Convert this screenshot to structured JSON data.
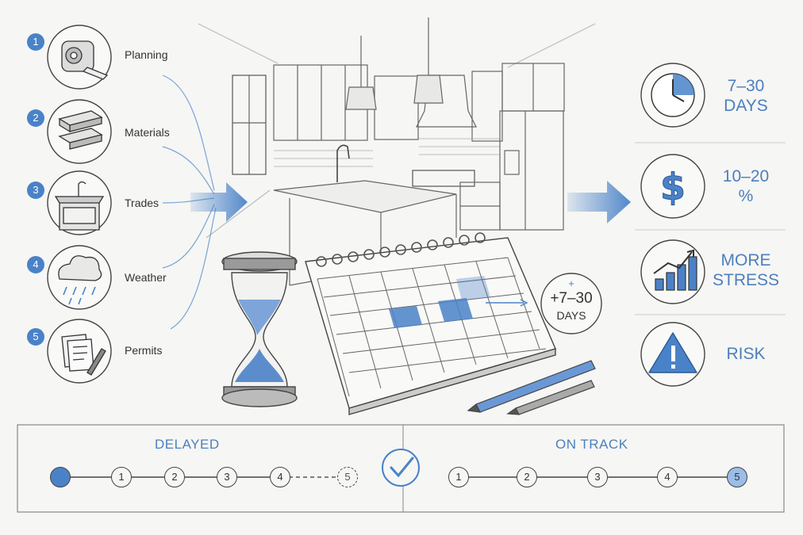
{
  "factors": [
    {
      "number": "1",
      "label": "Planning",
      "icon": "tape-measure-icon"
    },
    {
      "number": "2",
      "label": "Materials",
      "icon": "lumber-icon"
    },
    {
      "number": "3",
      "label": "Trades",
      "icon": "sink-icon"
    },
    {
      "number": "4",
      "label": "Weather",
      "icon": "rain-cloud-icon"
    },
    {
      "number": "5",
      "label": "Permits",
      "icon": "documents-icon"
    }
  ],
  "impacts": [
    {
      "line1": "7–30",
      "line2": "DAYS",
      "icon": "clock-icon"
    },
    {
      "line1": "10–20",
      "line2": "%",
      "icon": "dollar-icon"
    },
    {
      "line1": "MORE",
      "line2": "STRESS",
      "icon": "rising-chart-icon"
    },
    {
      "line1": "RISK",
      "line2": "",
      "icon": "warning-icon"
    }
  ],
  "delay_badge": {
    "plus": "+",
    "value": "+7–30",
    "unit": "DAYS"
  },
  "timeline": {
    "delayed": {
      "title": "DELAYED",
      "steps": [
        "",
        "1",
        "2",
        "3",
        "4",
        "5"
      ]
    },
    "on_track": {
      "title": "ON TRACK",
      "steps": [
        "1",
        "2",
        "3",
        "4",
        "5"
      ]
    }
  },
  "colors": {
    "accent": "#4a82c8",
    "ink": "#333333",
    "paper": "#f6f6f4"
  }
}
